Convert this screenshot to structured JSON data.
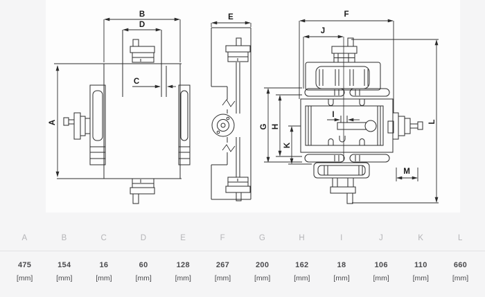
{
  "page": {
    "background": "#f5f5f6",
    "sheet_background": "#fdfdfd",
    "line_color": "#2b2b2b",
    "header_text_color": "#b4b4b7",
    "value_text_color": "#4a4a4d",
    "divider_color": "#e2e2e4"
  },
  "drawing": {
    "description": "three-view technical drawing of a cross slide table",
    "dim_labels": {
      "A": "A",
      "B": "B",
      "C": "C",
      "D": "D",
      "E": "E",
      "F": "F",
      "G": "G",
      "H": "H",
      "I": "I",
      "J": "J",
      "K": "K",
      "L": "L",
      "M": "M"
    }
  },
  "table": {
    "columns": [
      {
        "letter": "A",
        "value": "475",
        "unit": "[mm]"
      },
      {
        "letter": "B",
        "value": "154",
        "unit": "[mm]"
      },
      {
        "letter": "C",
        "value": "16",
        "unit": "[mm]"
      },
      {
        "letter": "D",
        "value": "60",
        "unit": "[mm]"
      },
      {
        "letter": "E",
        "value": "128",
        "unit": "[mm]"
      },
      {
        "letter": "F",
        "value": "267",
        "unit": "[mm]"
      },
      {
        "letter": "G",
        "value": "200",
        "unit": "[mm]"
      },
      {
        "letter": "H",
        "value": "162",
        "unit": "[mm]"
      },
      {
        "letter": "I",
        "value": "18",
        "unit": "[mm]"
      },
      {
        "letter": "J",
        "value": "106",
        "unit": "[mm]"
      },
      {
        "letter": "K",
        "value": "110",
        "unit": "[mm]"
      },
      {
        "letter": "L",
        "value": "660",
        "unit": "[mm]"
      }
    ]
  }
}
